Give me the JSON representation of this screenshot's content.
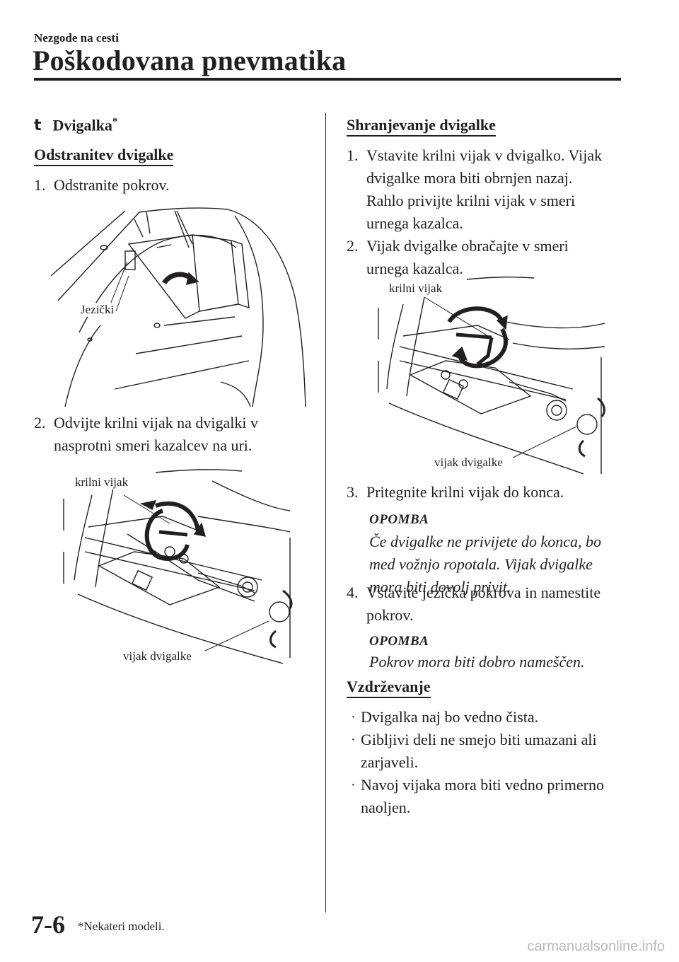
{
  "header": {
    "breadcrumb": "Nezgode na cesti",
    "title": "Poškodovana pnevmatika"
  },
  "left": {
    "section_marker": "t",
    "section_title": "Dvigalka",
    "section_star": "*",
    "subsection": "Odstranitev dvigalke",
    "step1_num": "1.",
    "step1_text": "Odstranite pokrov.",
    "fig1_label": "Jezički",
    "step2_num": "2.",
    "step2_line1": "Odvijte krilni vijak na dvigalki v",
    "step2_line2": "nasprotni smeri kazalcev na uri.",
    "fig2_label_top": "krilni vijak",
    "fig2_label_bottom": "vijak dvigalke"
  },
  "right": {
    "subsection": "Shranjevanje dvigalke",
    "step1_num": "1.",
    "step1_lines": [
      "Vstavite krilni vijak v dvigalko. Vijak",
      "dvigalke mora biti obrnjen nazaj.",
      "Rahlo privijte krilni vijak v smeri",
      "urnega kazalca."
    ],
    "step2_num": "2.",
    "step2_lines": [
      "Vijak dvigalke obračajte v smeri",
      "urnega kazalca."
    ],
    "fig_label_top": "krilni vijak",
    "fig_label_bottom": "vijak dvigalke",
    "step3_num": "3.",
    "step3_text": "Pritegnite krilni vijak do konca.",
    "note1_label": "OPOMBA",
    "note1_lines": [
      "Če dvigalke ne privijete do konca, bo",
      "med vožnjo ropotala. Vijak dvigalke",
      "mora biti dovolj privit."
    ],
    "step4_num": "4.",
    "step4_lines": [
      "Vstavite jezička pokrova in namestite",
      "pokrov."
    ],
    "note2_label": "OPOMBA",
    "note2_text": "Pokrov mora biti dobro nameščen.",
    "maintenance_head": "Vzdrževanje",
    "bullet_char": "·",
    "bullets": [
      [
        "Dvigalka naj bo vedno čista."
      ],
      [
        "Gibljivi deli ne smejo biti umazani ali",
        "zarjaveli."
      ],
      [
        "Navoj vijaka mora biti vedno primerno",
        "naoljen."
      ]
    ]
  },
  "footer": {
    "page_number": "7-6",
    "footnote": "*Nekateri modeli.",
    "watermark": "carmanualsonline.info"
  }
}
